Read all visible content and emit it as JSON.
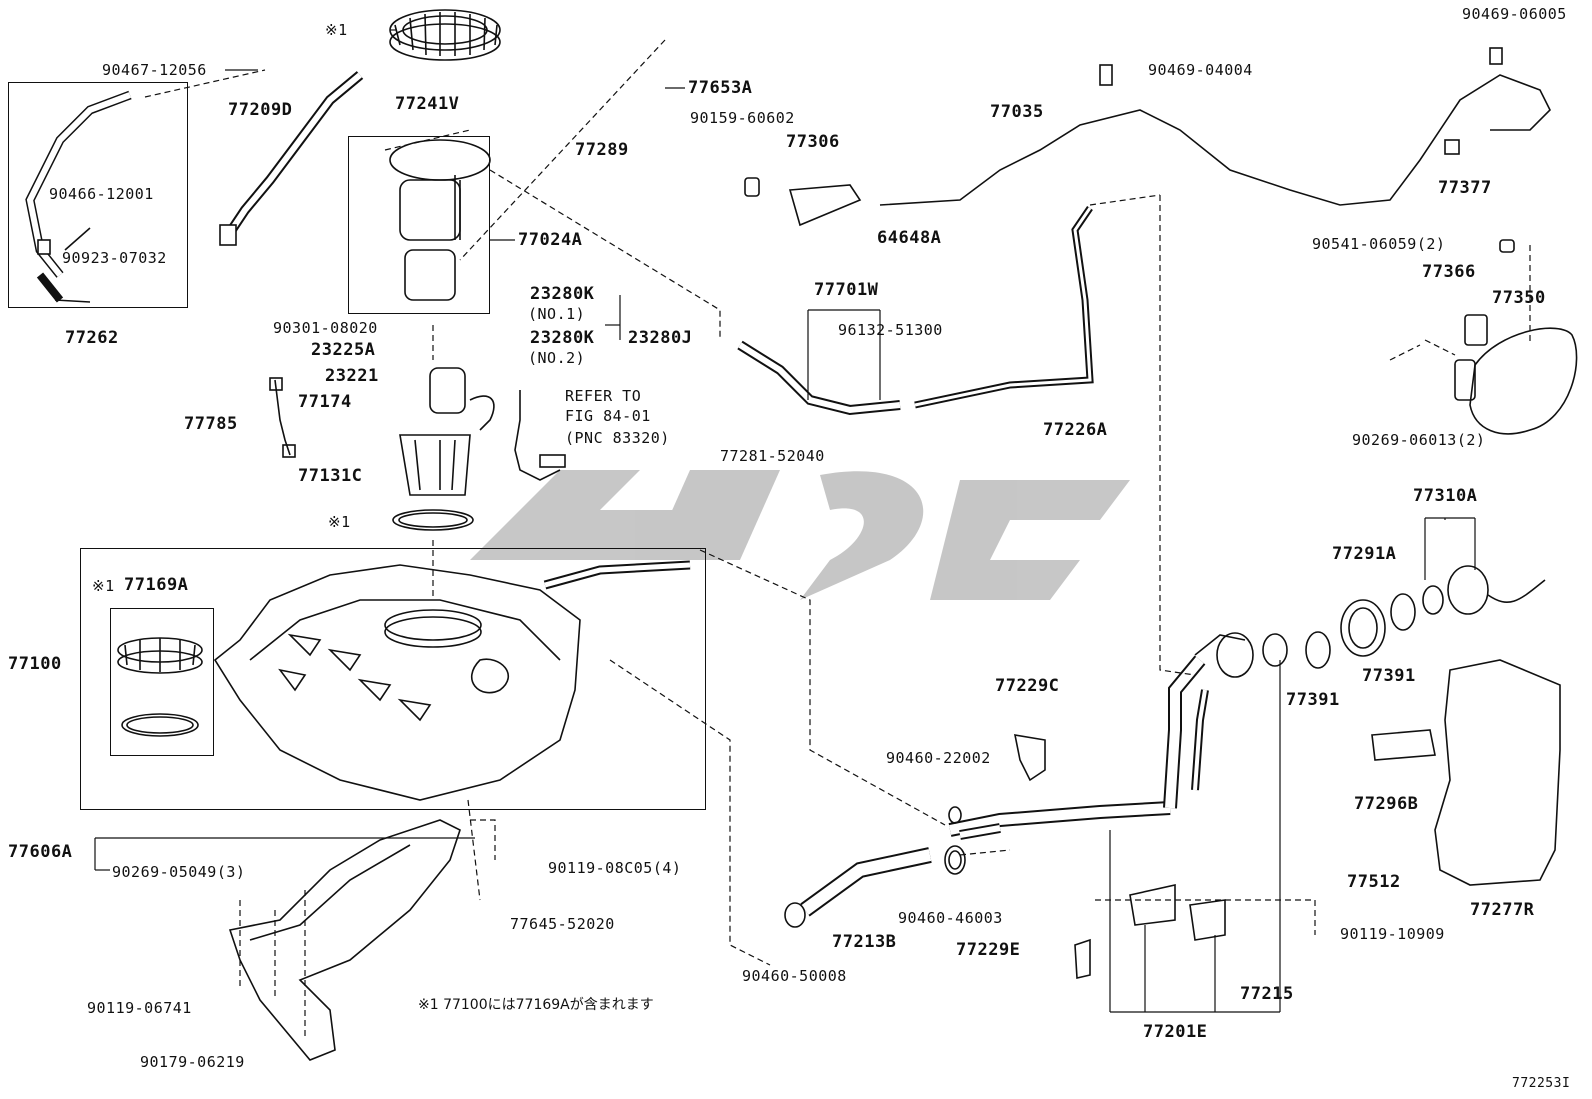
{
  "diagram_id": "772253I",
  "footnote": "※1 77100には77169Aが含まれます",
  "refer": [
    "REFER TO",
    "FIG 84-01",
    "(PNC 83320)"
  ],
  "labels": {
    "l90467_12056": "90467-12056",
    "l77209D": "77209D",
    "l77241V": "77241V",
    "l77653A": "77653A",
    "l77289": "77289",
    "l90466_12001": "90466-12001",
    "l90923_07032": "90923-07032",
    "l77262": "77262",
    "l77024A": "77024A",
    "l90301_08020": "90301-08020",
    "l23280K_1": "23280K",
    "no1": "(NO.1)",
    "l23280K_2": "23280K",
    "no2": "(NO.2)",
    "l23280J": "23280J",
    "l23225A": "23225A",
    "l23221": "23221",
    "l77174": "77174",
    "l77785": "77785",
    "l77131C": "77131C",
    "mark1a": "※1",
    "mark1b": "※1",
    "mark1c": "※1",
    "l77169A": "77169A",
    "l77100": "77100",
    "l77606A": "77606A",
    "l90269_05049": "90269-05049(3)",
    "l90119_08C05": "90119-08C05(4)",
    "l77645_52020": "77645-52020",
    "l90119_06741": "90119-06741",
    "l90179_06219": "90179-06219",
    "l90159_60602": "90159-60602",
    "l77306": "77306",
    "l64648A": "64648A",
    "l77701W": "77701W",
    "l96132_51300": "96132-51300",
    "l77281_52040": "77281-52040",
    "l77035": "77035",
    "l90469_04004": "90469-04004",
    "l90469_06005": "90469-06005",
    "l77377": "77377",
    "l90541_06059": "90541-06059(2)",
    "l77366": "77366",
    "l77350": "77350",
    "l90269_06013": "90269-06013(2)",
    "l77226A": "77226A",
    "l77310A": "77310A",
    "l77291A": "77291A",
    "l77391a": "77391",
    "l77391b": "77391",
    "l77229C": "77229C",
    "l90460_22002": "90460-22002",
    "l90460_46003": "90460-46003",
    "l77213B": "77213B",
    "l90460_50008": "90460-50008",
    "l77229E": "77229E",
    "l77215": "77215",
    "l77201E": "77201E",
    "l77296B": "77296B",
    "l77512": "77512",
    "l77277R": "77277R",
    "l90119_10909": "90119-10909"
  },
  "icons": [
    "fuel-tank-icon",
    "fuel-pump-icon",
    "filler-pipe-icon",
    "fuel-lid-icon",
    "hose-icon",
    "clamp-icon",
    "retainer-ring-icon",
    "watermark-logo"
  ]
}
